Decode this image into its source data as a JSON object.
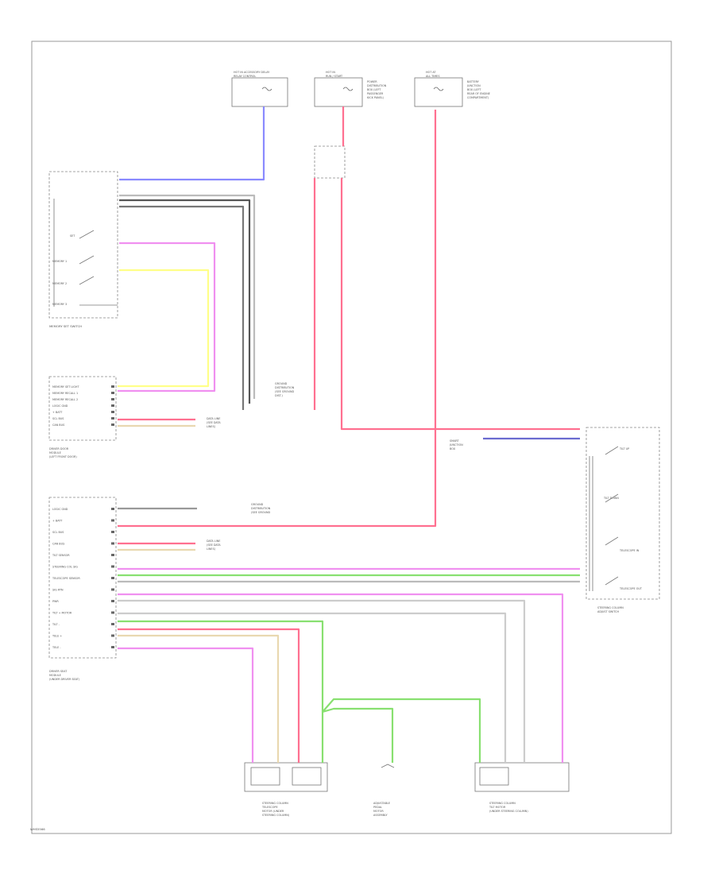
{
  "diagram": {
    "footer_code": "WHS5566",
    "power_labels": {
      "hot_in_run": [
        "HOT IN ACCESSORY DELAY",
        "RELAY CONTROL"
      ],
      "hot_at_all_left": [
        "HOT IN",
        "RUN / START"
      ],
      "hot_at_all_right": [
        "HOT AT",
        "ALL TIMES"
      ],
      "fuse_note_left": [
        "POWER",
        "DISTRIBUTION",
        "BOX (LEFT",
        "PASSENGER",
        "KICK PANEL)"
      ],
      "fuse_note_right": [
        "BATTERY",
        "JUNCTION",
        "BOX (LEFT",
        "REAR OF ENGINE",
        "COMPARTMENT)"
      ]
    },
    "components": {
      "memory_switch": "MEMORY SET SWITCH",
      "drivers_door_module": [
        "DRIVER DOOR",
        "MODULE",
        "(LEFT FRONT DOOR)"
      ],
      "driver_seat_module": [
        "DRIVER SEAT",
        "MODULE",
        "(UNDER DRIVER SEAT)"
      ],
      "steering_column_switch": [
        "STEERING COLUMN",
        "ADJUST SWITCH"
      ],
      "steering_column_motor_left": [
        "STEERING COLUMN",
        "TELESCOPE",
        "MOTOR (UNDER",
        "STEERING COLUMN)"
      ],
      "adjustable_pedal_motor": [
        "ADJUSTABLE",
        "PEDAL",
        "MOTOR",
        "ASSEMBLY"
      ],
      "steering_column_motor_right": [
        "STEERING COLUMN",
        "TILT MOTOR",
        "(UNDER STEERING COLUMN)"
      ]
    },
    "switch_positions": [
      "SET",
      "MEMORY 1",
      "MEMORY 2",
      "MEMORY 3"
    ],
    "steering_switch_positions": [
      "TILT UP",
      "TILT DOWN",
      "TELESCOPE IN",
      "TELESCOPE OUT"
    ],
    "door_module_pins": [
      "MEMORY SET LIGHT",
      "MEMORY RECALL 1",
      "MEMORY RECALL 2",
      "LOGIC GND",
      "+ BATT",
      "SCL BUS",
      "CAN BUS"
    ],
    "seat_module_pins": [
      "LOGIC GND",
      "+ BATT",
      "SCL BUS",
      "CAN BUS",
      "TILT SENSOR",
      "STEERING COL SIG",
      "TELESCOPE SENSOR",
      "SIG RTN",
      "PWR",
      "TILT + MOTOR",
      "TILT -",
      "TELE +",
      "TELE -"
    ],
    "notes": {
      "grounds": [
        "GROUND",
        "DISTRIBUTION",
        "(SEE GROUND",
        "DIST.)"
      ],
      "data_lines": [
        "DATA LINE",
        "(SEE DATA",
        "LINES)"
      ],
      "smart_junction": [
        "SMART",
        "JUNCTION",
        "BOX"
      ]
    },
    "wire_colors": {
      "blue": "#7f7fff",
      "pink": "#ff6f8f",
      "magenta": "#ee82ee",
      "yellow": "#ffff7f",
      "green": "#7fdf6f",
      "black": "#333333",
      "gray": "#aaaaaa",
      "tan": "#e8d8b0"
    }
  }
}
